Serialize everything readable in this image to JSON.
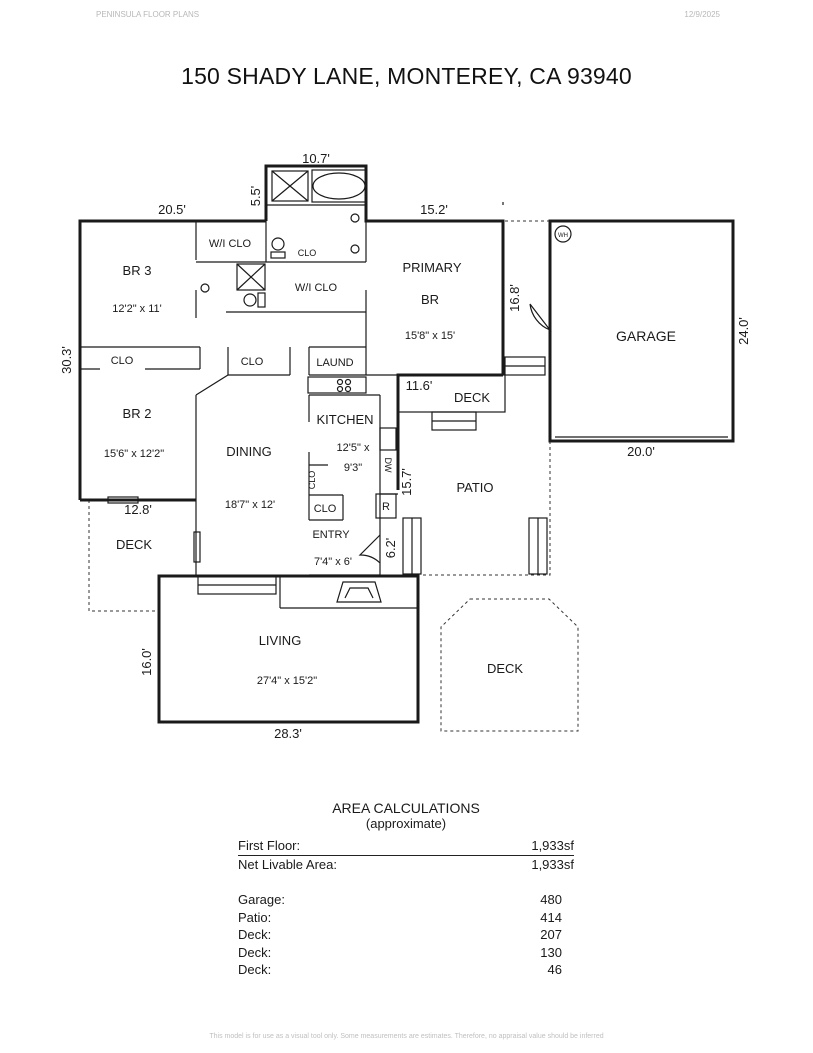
{
  "header": {
    "company": "PENINSULA FLOOR PLANS",
    "date": "12/9/2025"
  },
  "title": "150 SHADY LANE, MONTEREY, CA  93940",
  "rooms": {
    "br3": {
      "name": "BR 3",
      "size": "12'2\" x 11'"
    },
    "wi_clo_1": "W/I CLO",
    "clo_small": "CLO",
    "wi_clo_2": "W/I CLO",
    "primary": {
      "name1": "PRIMARY",
      "name2": "BR",
      "size": "15'8\" x 15'"
    },
    "garage": {
      "name": "GARAGE",
      "wh": "WH"
    },
    "clo_br2": "CLO",
    "clo_dining": "CLO",
    "laund": "LAUND",
    "br2": {
      "name": "BR 2",
      "size": "15'6\" x 12'2\""
    },
    "kitchen": {
      "name": "KITCHEN",
      "size1": "12'5\" x",
      "size2": "9'3\""
    },
    "dw": "DW",
    "clo_kitchen_v": "CLO",
    "clo_kitchen_h": "CLO",
    "fridge": "R",
    "deck_top": "DECK",
    "dining": {
      "name": "DINING",
      "size": "18'7\" x 12'"
    },
    "patio": "PATIO",
    "entry": {
      "name": "ENTRY",
      "size": "7'4\" x 6'"
    },
    "deck_left": "DECK",
    "living": {
      "name": "LIVING",
      "size": "27'4\" x 15'2\""
    },
    "deck_oct": "DECK"
  },
  "dimensions": {
    "bath_width": "10.7'",
    "bath_depth": "5.5'",
    "north_left": "20.5'",
    "north_right": "15.2'",
    "west": "30.3'",
    "patio_gap": "16.8'",
    "garage_depth": "24.0'",
    "deck_width": "11.6'",
    "garage_width": "20.0'",
    "patio_depth": "15.7'",
    "br2_bottom": "12.8'",
    "entry_depth": "6.2'",
    "living_depth": "16.0'",
    "living_width": "28.3'"
  },
  "area": {
    "title": "AREA CALCULATIONS",
    "subtitle": "(approximate)",
    "first_floor_label": "First  Floor:",
    "first_floor_value": "1,933sf",
    "net_label": "Net Livable Area:",
    "net_value": "1,933sf",
    "garage_label": "Garage:",
    "garage_value": "480",
    "patio_label": "Patio:",
    "patio_value": "414",
    "deck1_label": "Deck:",
    "deck1_value": "207",
    "deck2_label": "Deck:",
    "deck2_value": "130",
    "deck3_label": "Deck:",
    "deck3_value": "46"
  },
  "footer": "This model is for use as a visual tool only. Some measurements are estimates. Therefore, no appraisal value should be inferred"
}
